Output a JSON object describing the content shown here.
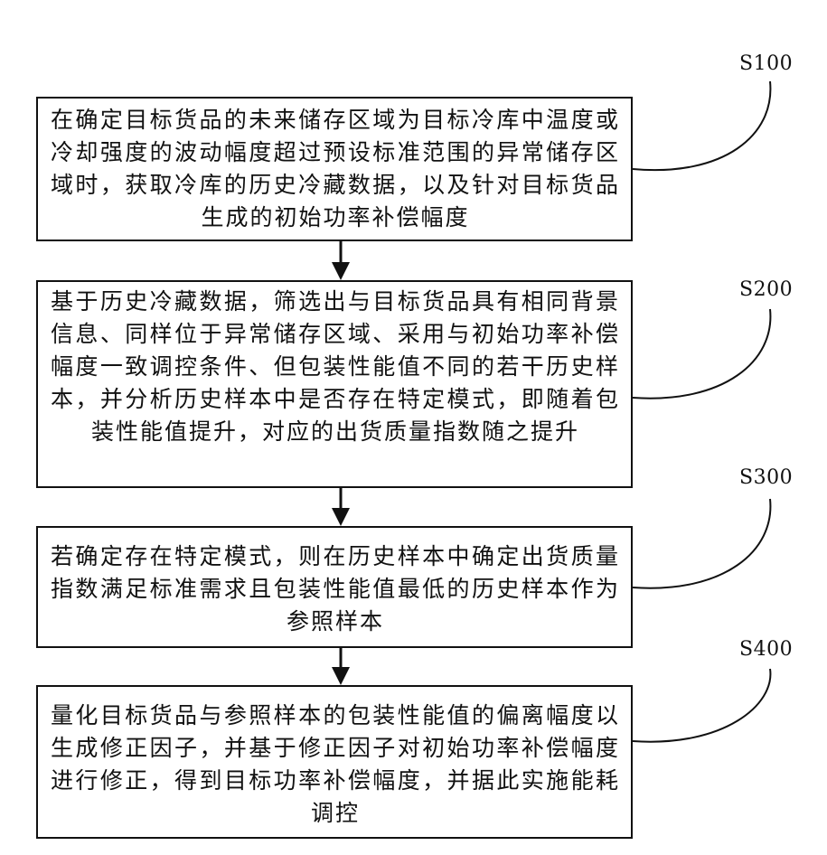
{
  "steps": [
    {
      "label": "S100",
      "text": "在确定目标货品的未来储存区域为目标冷库中温度或冷却强度的波动幅度超过预设标准范围的异常储存区域时，获取冷库的历史冷藏数据，以及针对目标货品生成的初始功率补偿幅度"
    },
    {
      "label": "S200",
      "text": "基于历史冷藏数据，筛选出与目标货品具有相同背景信息、同样位于异常储存区域、采用与初始功率补偿幅度一致调控条件、但包装性能值不同的若干历史样本，并分析历史样本中是否存在特定模式，即随着包装性能值提升，对应的出货质量指数随之提升"
    },
    {
      "label": "S300",
      "text": "若确定存在特定模式，则在历史样本中确定出货质量指数满足标准需求且包装性能值最低的历史样本作为参照样本"
    },
    {
      "label": "S400",
      "text": "量化目标货品与参照样本的包装性能值的偏离幅度以生成修正因子，并基于修正因子对初始功率补偿幅度进行修正，得到目标功率补偿幅度，并据此实施能耗调控"
    }
  ]
}
